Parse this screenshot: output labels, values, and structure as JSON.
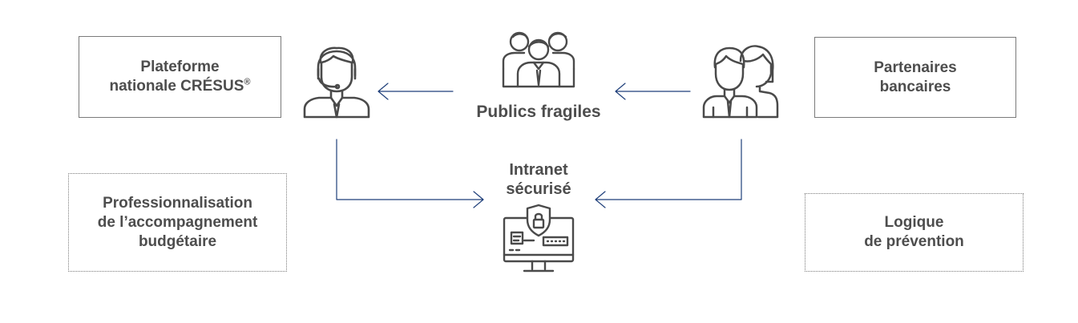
{
  "boxes": {
    "platform": {
      "line1": "Plateforme",
      "line2": "nationale CRÉSUS",
      "mark": "®"
    },
    "partners": {
      "line1": "Partenaires",
      "line2": "bancaires"
    },
    "professional": {
      "line1": "Professionnalisation",
      "line2": "de l’accompagnement",
      "line3": "budgétaire"
    },
    "prevention": {
      "line1": "Logique",
      "line2": "de prévention"
    }
  },
  "center": {
    "publics": "Publics fragiles",
    "intranet_line1": "Intranet",
    "intranet_line2": "sécurisé"
  },
  "colors": {
    "arrow": "#1f3f7a",
    "icon_stroke": "#4a4a4a",
    "text": "#4d4d4d"
  },
  "icons": [
    "operator-headset-icon",
    "group-of-people-icon",
    "business-couple-icon",
    "secure-computer-icon"
  ]
}
